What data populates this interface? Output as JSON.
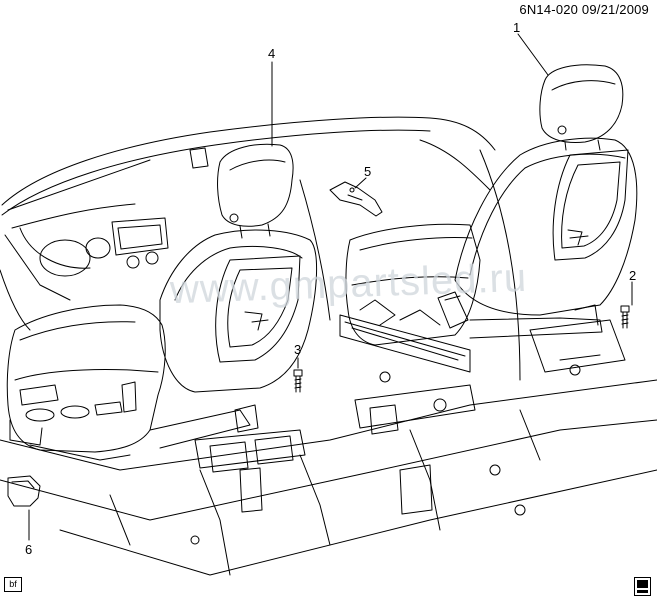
{
  "header": {
    "code": "6N14-020",
    "date": "09/21/2009"
  },
  "callouts": [
    {
      "id": "1",
      "label": "1"
    },
    {
      "id": "2",
      "label": "2"
    },
    {
      "id": "3",
      "label": "3"
    },
    {
      "id": "4",
      "label": "4"
    },
    {
      "id": "5",
      "label": "5"
    },
    {
      "id": "6",
      "label": "6"
    }
  ],
  "watermark": "www.gmpartsled.ru",
  "footer": {
    "view_tag": "bf",
    "icon": "manual-book-icon"
  }
}
